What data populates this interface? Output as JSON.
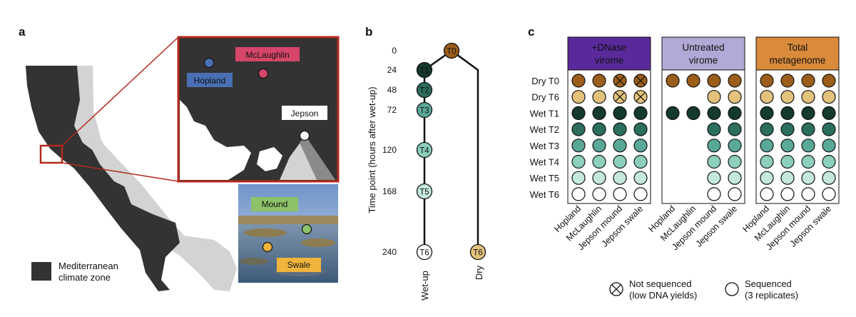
{
  "panels": {
    "a": {
      "label": "a",
      "legend_text_1": "Mediterranean",
      "legend_text_2": "climate zone",
      "sites": [
        "Hopland",
        "McLaughlin",
        "Jepson"
      ],
      "photo_labels": [
        "Mound",
        "Swale"
      ],
      "colors": {
        "climate_zone": "#333333",
        "state": "#d3d3d3",
        "inset_border": "#b22a1e",
        "hopland": "#4a6fb4",
        "mclaughlin": "#d6466a",
        "mound": "#8ec26a",
        "swale": "#f0b43c"
      }
    },
    "b": {
      "label": "b",
      "ylabel": "Time point (hours after wet-up)",
      "yticks": [
        "0",
        "24",
        "48",
        "72",
        "120",
        "168",
        "240"
      ],
      "wet_label": "Wet-up",
      "dry_label": "Dry",
      "nodes_wet": [
        {
          "label": "T1",
          "hours": 24,
          "color": "#143a2c"
        },
        {
          "label": "T2",
          "hours": 48,
          "color": "#2b6e5e"
        },
        {
          "label": "T3",
          "hours": 72,
          "color": "#5aa898"
        },
        {
          "label": "T4",
          "hours": 120,
          "color": "#8ccfbd"
        },
        {
          "label": "T5",
          "hours": 168,
          "color": "#c4e8de"
        },
        {
          "label": "T6",
          "hours": 240,
          "color": "#ffffff"
        }
      ],
      "node_t0": {
        "label": "T0",
        "hours": 0,
        "color": "#9b5d1a"
      },
      "node_dry": {
        "label": "T6",
        "hours": 240,
        "color": "#e3c27c"
      }
    },
    "c": {
      "label": "c",
      "groups": [
        {
          "title_1": "+DNase",
          "title_2": "virome",
          "color": "#5a2a9c",
          "text_color": "#ffffff"
        },
        {
          "title_1": "Untreated",
          "title_2": "virome",
          "color": "#b3a9d6",
          "text_color": "#111111"
        },
        {
          "title_1": "Total",
          "title_2": "metagenome",
          "color": "#d98a3a",
          "text_color": "#111111"
        }
      ],
      "rows": [
        "Dry T0",
        "Dry T6",
        "Wet T1",
        "Wet T2",
        "Wet T3",
        "Wet T4",
        "Wet T5",
        "Wet T6"
      ],
      "row_colors": [
        "#9b5d1a",
        "#e3c27c",
        "#143a2c",
        "#2b6e5e",
        "#5aa898",
        "#8ccfbd",
        "#c4e8de",
        "#ffffff"
      ],
      "columns": [
        "Hopland",
        "McLaughlin",
        "Jepson mound",
        "Jepson swale"
      ],
      "matrix": [
        [
          [
            "S",
            "S",
            "X",
            "X"
          ],
          [
            "S",
            "S",
            "S",
            "S"
          ],
          [
            "S",
            "S",
            "S",
            "S"
          ]
        ],
        [
          [
            "S",
            "S",
            "X",
            "X"
          ],
          [
            "-",
            "-",
            "S",
            "S"
          ],
          [
            "S",
            "S",
            "S",
            "S"
          ]
        ],
        [
          [
            "S",
            "S",
            "S",
            "S"
          ],
          [
            "S",
            "S",
            "S",
            "S"
          ],
          [
            "S",
            "S",
            "S",
            "S"
          ]
        ],
        [
          [
            "S",
            "S",
            "S",
            "S"
          ],
          [
            "-",
            "-",
            "S",
            "S"
          ],
          [
            "S",
            "S",
            "S",
            "S"
          ]
        ],
        [
          [
            "S",
            "S",
            "S",
            "S"
          ],
          [
            "-",
            "-",
            "S",
            "S"
          ],
          [
            "S",
            "S",
            "S",
            "S"
          ]
        ],
        [
          [
            "S",
            "S",
            "S",
            "S"
          ],
          [
            "-",
            "-",
            "S",
            "S"
          ],
          [
            "S",
            "S",
            "S",
            "S"
          ]
        ],
        [
          [
            "S",
            "S",
            "S",
            "S"
          ],
          [
            "-",
            "-",
            "S",
            "S"
          ],
          [
            "S",
            "S",
            "S",
            "S"
          ]
        ],
        [
          [
            "S",
            "S",
            "S",
            "S"
          ],
          [
            "-",
            "-",
            "S",
            "S"
          ],
          [
            "S",
            "S",
            "S",
            "S"
          ]
        ]
      ],
      "legend": {
        "not_sequenced_1": "Not sequenced",
        "not_sequenced_2": "(low DNA yields)",
        "sequenced_1": "Sequenced",
        "sequenced_2": "(3 replicates)"
      }
    }
  }
}
